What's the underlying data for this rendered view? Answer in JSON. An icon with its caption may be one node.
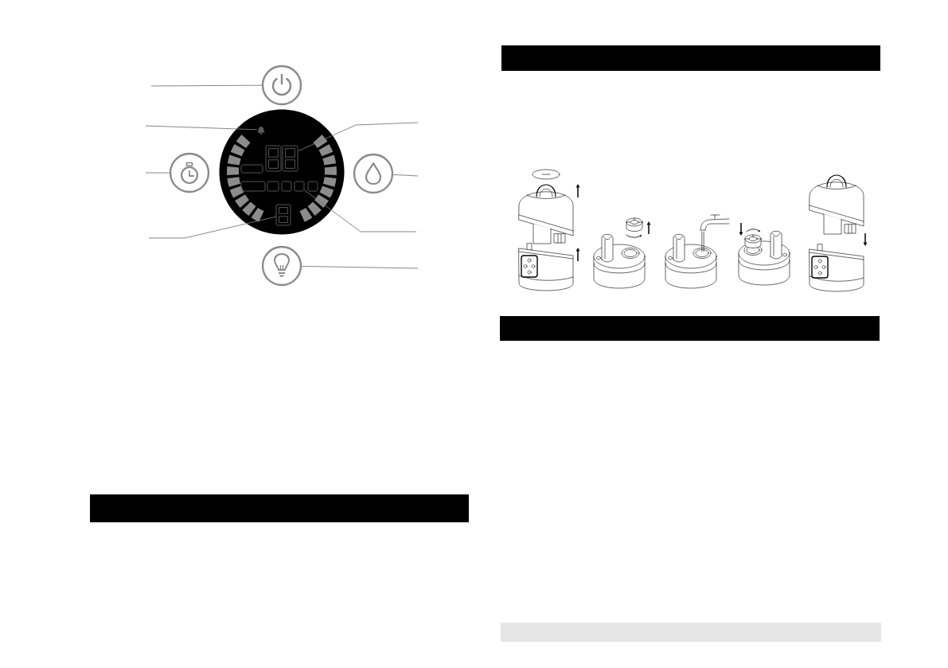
{
  "diagram": {
    "nodes": [
      {
        "text": [],
        "shape": "circle"
      },
      {
        "text": [],
        "shape": "circle"
      },
      {
        "text": [],
        "shape": "picture",
        "in": 1
      },
      {
        "text": [],
        "shape": "picture",
        "in": 1
      },
      {
        "text": [],
        "shape": "box",
        "in": 1
      },
      {
        "text": [],
        "shape": "box",
        "in": 1
      },
      {
        "text": [],
        "shape": "box",
        "in": 1
      },
      {
        "text": [],
        "shape": "box",
        "in": 1
      },
      {
        "text": [],
        "shape": "picture",
        "in": 1
      },
      {
        "text": [],
        "shape": "circle"
      },
      {
        "text": [],
        "shape": "circle"
      },
      {
        "text": [],
        "shape": "circle"
      },
      {
        "text": [],
        "shape": "bar"
      },
      {
        "text": [],
        "shape": "bar"
      },
      {
        "text": [],
        "shape": "bar"
      },
      {
        "text": [],
        "shape": "bar"
      }
    ],
    "edges": [
      {
        "from": null,
        "to": 0,
        "arrow": "none"
      },
      {
        "from": null,
        "to": 3,
        "arrow": "none"
      },
      {
        "from": null,
        "to": 2,
        "arrow": "none"
      },
      {
        "from": null,
        "to": 9,
        "arrow": "none"
      },
      {
        "from": null,
        "to": 10,
        "arrow": "none"
      },
      {
        "from": null,
        "to": 6,
        "arrow": "none"
      },
      {
        "from": null,
        "to": 8,
        "arrow": "none"
      },
      {
        "from": null,
        "to": 11,
        "arrow": "none"
      }
    ]
  }
}
